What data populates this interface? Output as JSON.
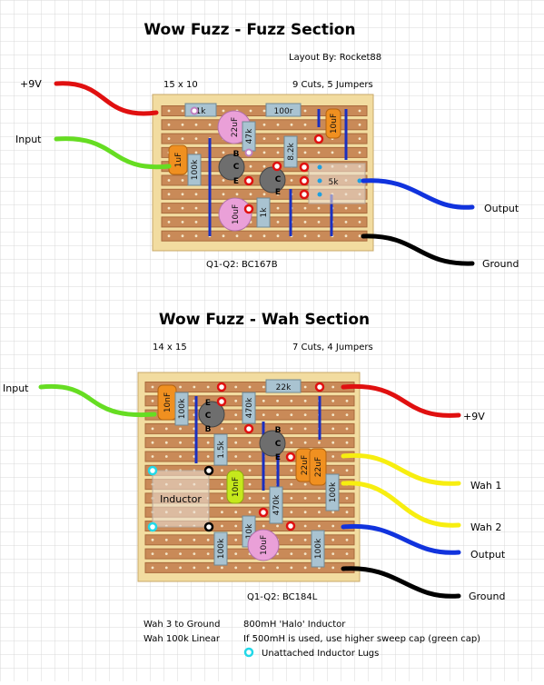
{
  "fuzz": {
    "title": "Wow Fuzz - Fuzz Section",
    "credit": "Layout By:  Rocket88",
    "size": "15 x 10",
    "cuts": "9 Cuts, 5 Jumpers",
    "transistors": "Q1-Q2:  BC167B",
    "wires": {
      "pos9v": "+9V",
      "input": "Input",
      "output": "Output",
      "ground": "Ground"
    },
    "parts": {
      "r1k_top": "1k",
      "r100r": "100r",
      "c22u": "22uF",
      "r47k": "47k",
      "c10u_side": "10uF",
      "r82k": "8.2k",
      "c1u": "1uF",
      "r100k": "100k",
      "pot5k": "5k",
      "c10u_bot": "10uF",
      "r1k_bot": "1k"
    },
    "pins": {
      "b": "B",
      "c": "C",
      "e": "E"
    }
  },
  "wah": {
    "title": "Wow Fuzz - Wah Section",
    "size": "14 x 15",
    "cuts": "7 Cuts, 4 Jumpers",
    "transistors": "Q1-Q2:  BC184L",
    "wires": {
      "input": "Input",
      "pos9v": "+9V",
      "wah1": "Wah 1",
      "wah2": "Wah 2",
      "output": "Output",
      "ground": "Ground"
    },
    "parts": {
      "c10n_left": "10nF",
      "r100k_a": "100k",
      "r22k": "22k",
      "r470k_a": "470k",
      "r1_5k": "1.5k",
      "c22u_a": "22uF",
      "c22u_b": "22uF",
      "c10n_green": "10nF",
      "inductor": "Inductor",
      "r470k_b": "470k",
      "r100k_b": "100k",
      "r10k": "10k",
      "c10u": "10uF",
      "r100k_c": "100k",
      "r100k_d": "100k"
    },
    "pins": {
      "e": "E",
      "c": "C",
      "b": "B"
    },
    "notes": {
      "wah3": "Wah 3 to Ground",
      "wahpot": "Wah 100k Linear",
      "inductor": "800mH 'Halo' Inductor",
      "sweep": "If 500mH is used, use higher sweep cap (green cap)",
      "lugs": "Unattached Inductor Lugs"
    }
  },
  "colors": {
    "board": "#f2dca0",
    "strip": "#c98a58",
    "pos": "#e01010",
    "input": "#66dd22",
    "output": "#1133dd",
    "ground": "#000000",
    "wah": "#f7ee10",
    "jumper": "#1a2fc0",
    "resistor": "#a9c3d1",
    "elecCap": "#eaa0d8",
    "filmCap": "#f09020",
    "transistor": "#6e6e6e",
    "greenCap": "#c5e81c"
  }
}
